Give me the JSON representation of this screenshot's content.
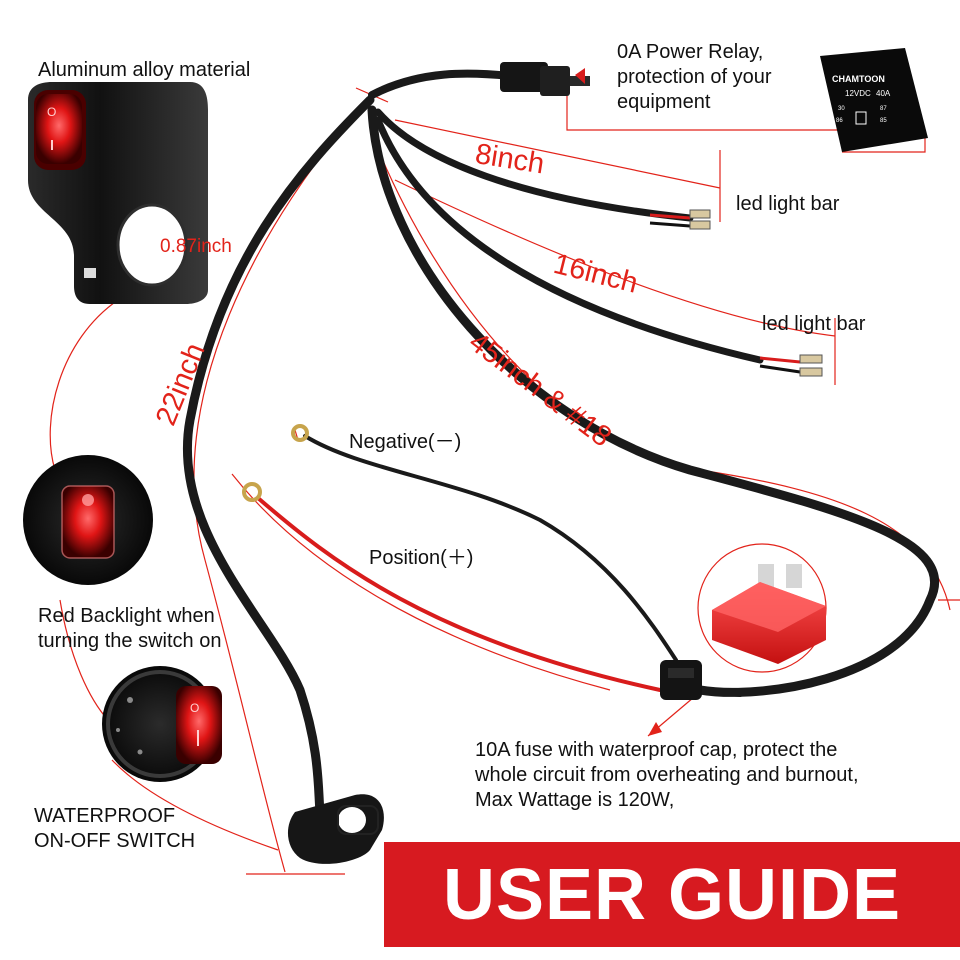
{
  "labels": {
    "aluminum": "Aluminum alloy material",
    "relay": "0A Power Relay,\nprotection of your\nequipment",
    "led1": "led light bar",
    "led2": "led light bar",
    "negative": "Negative(－)",
    "position": "Position(＋)",
    "backlight": "Red Backlight when\nturning the switch on",
    "waterproof": "WATERPROOF\nON-OFF SWITCH",
    "fuse": "10A fuse with waterproof cap, protect the\nwhole circuit from overheating and burnout,\nMax Wattage is 120W,"
  },
  "dimensions": {
    "d8": "8inch",
    "d16": "16inch",
    "d45": "45inch & #18",
    "d22": "22inch",
    "d087": "0.87inch"
  },
  "relay_print": {
    "brand": "CHAMTOON",
    "spec_volt": "12VDC",
    "spec_amp": "40A",
    "pin30": "30",
    "pin87": "87",
    "pin86": "86",
    "pin85": "85"
  },
  "banner": {
    "text": "USER GUIDE"
  },
  "colors": {
    "accent_red": "#e2231a",
    "banner_red": "#d71a20",
    "wire_black": "#1a1a1a",
    "text": "#111111"
  },
  "icons": [
    "switch-housing-icon",
    "relay-icon",
    "fuse-icon",
    "switch-closeup-icon",
    "switch-waterproof-icon",
    "ring-terminal-icon"
  ]
}
